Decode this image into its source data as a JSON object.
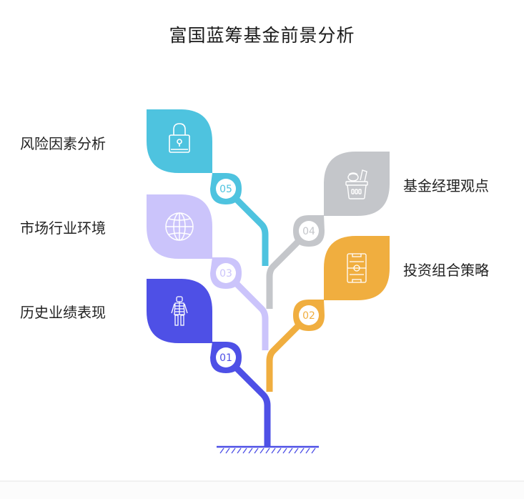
{
  "title": "富国蓝筹基金前景分析",
  "colors": {
    "item_01": "#4E50E6",
    "item_02": "#F0AE3F",
    "item_03": "#CBC4FB",
    "item_04": "#C4C6CA",
    "item_05": "#4EC3DF"
  },
  "items": [
    {
      "number": "01",
      "label": "历史业绩表现",
      "icon": "skeleton-icon",
      "side": "left",
      "color": "#4E50E6"
    },
    {
      "number": "02",
      "label": "投资组合策略",
      "icon": "soccer-field-icon",
      "side": "right",
      "color": "#F0AE3F"
    },
    {
      "number": "03",
      "label": "市场行业环境",
      "icon": "globe-icon",
      "side": "left",
      "color": "#CBC4FB"
    },
    {
      "number": "04",
      "label": "基金经理观点",
      "icon": "shopping-basket-icon",
      "side": "right",
      "color": "#C4C6CA"
    },
    {
      "number": "05",
      "label": "风险因素分析",
      "icon": "lock-icon",
      "side": "left",
      "color": "#4EC3DF"
    }
  ]
}
